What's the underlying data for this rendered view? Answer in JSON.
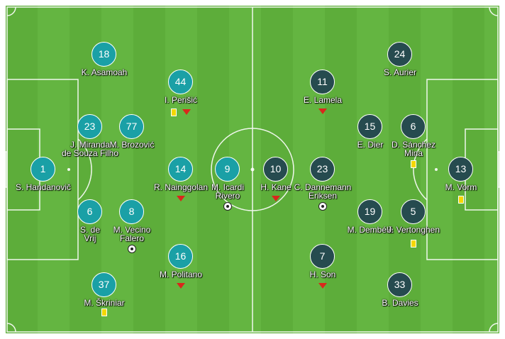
{
  "colors": {
    "pitch_light": "#64b541",
    "pitch_dark": "#5dad3a",
    "lines": "#ffffff",
    "home_team": "#1aa0a6",
    "away_team": "#264b4f",
    "yellow_card": "#f5d800",
    "substitution_arrow": "#d9271c"
  },
  "home_players": [
    {
      "number": "1",
      "name": "S. Handanovič"
    },
    {
      "number": "18",
      "name": "K. Asamoah"
    },
    {
      "number": "23",
      "name": "J. Miranda\nde Souza Filho"
    },
    {
      "number": "6",
      "name": "S. de\nVrij"
    },
    {
      "number": "37",
      "name": "M. Škriniar"
    },
    {
      "number": "77",
      "name": "M. Brozović"
    },
    {
      "number": "8",
      "name": "M. Vecino\nFalero"
    },
    {
      "number": "44",
      "name": "I. Perišić"
    },
    {
      "number": "14",
      "name": "R. Nainggolan"
    },
    {
      "number": "16",
      "name": "M. Politano"
    },
    {
      "number": "9",
      "name": "M. Icardi\nRivero"
    }
  ],
  "away_players": [
    {
      "number": "10",
      "name": "H. Kane"
    },
    {
      "number": "11",
      "name": "E. Lamela"
    },
    {
      "number": "23",
      "name": "C. Dannemann\nEriksen"
    },
    {
      "number": "7",
      "name": "H. Son"
    },
    {
      "number": "24",
      "name": "S. Aurier"
    },
    {
      "number": "15",
      "name": "E. Dier"
    },
    {
      "number": "19",
      "name": "M. Dembélé"
    },
    {
      "number": "33",
      "name": "B. Davies"
    },
    {
      "number": "6",
      "name": "D. Sánchez\nMina"
    },
    {
      "number": "5",
      "name": "J. Vertonghen"
    },
    {
      "number": "13",
      "name": "M. Vorm"
    }
  ]
}
